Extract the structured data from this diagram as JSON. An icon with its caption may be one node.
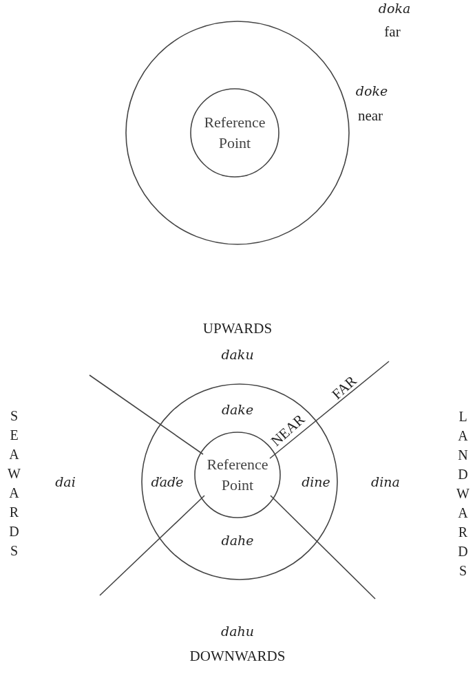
{
  "diagram": {
    "nodes": [
      {
        "text": [],
        "shape": "circle"
      },
      {
        "text": [
          "Reference Point"
        ],
        "in": 0
      },
      {
        "text": [],
        "shape": "circle"
      },
      {
        "text": [
          "Reference Point"
        ],
        "in": 2
      }
    ],
    "labels": [
      "doka",
      "far",
      "doke",
      "near",
      "UPWARDS",
      "daku",
      "FAR",
      "dake",
      "NEAR",
      "SEAWARDS",
      "dai",
      "ďaďe",
      "dine",
      "dina",
      "LANDWARDS",
      "dahe",
      "dahu",
      "DOWNWARDS"
    ]
  }
}
